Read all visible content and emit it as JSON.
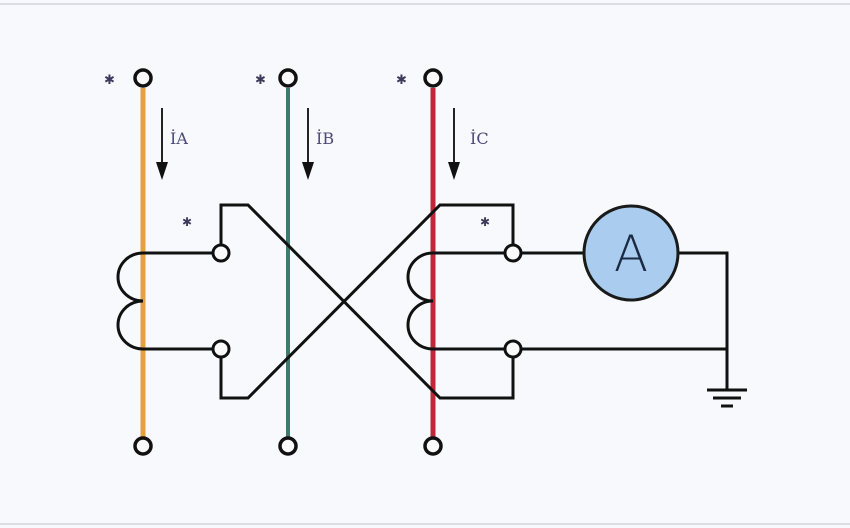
{
  "diagram": {
    "description": "Three-phase current transformer cross connection with ammeter",
    "colors": {
      "background": "#f8f9fc",
      "phase_a": "#e3a23f",
      "phase_b": "#3f7a6e",
      "phase_c": "#c0283a",
      "wire": "#111111",
      "ammeter_fill": "#a9ccef",
      "ammeter_stroke": "#1a1a1a"
    },
    "phases": [
      {
        "id": "A",
        "current_label": "İA",
        "polarity_mark": "✱"
      },
      {
        "id": "B",
        "current_label": "İB",
        "polarity_mark": "✱"
      },
      {
        "id": "C",
        "current_label": "İC",
        "polarity_mark": "✱"
      }
    ],
    "ct_polarity_marks": [
      "✱",
      "✱"
    ],
    "ammeter": {
      "symbol": "A"
    },
    "ground": {
      "symbol": "ground-icon"
    }
  }
}
